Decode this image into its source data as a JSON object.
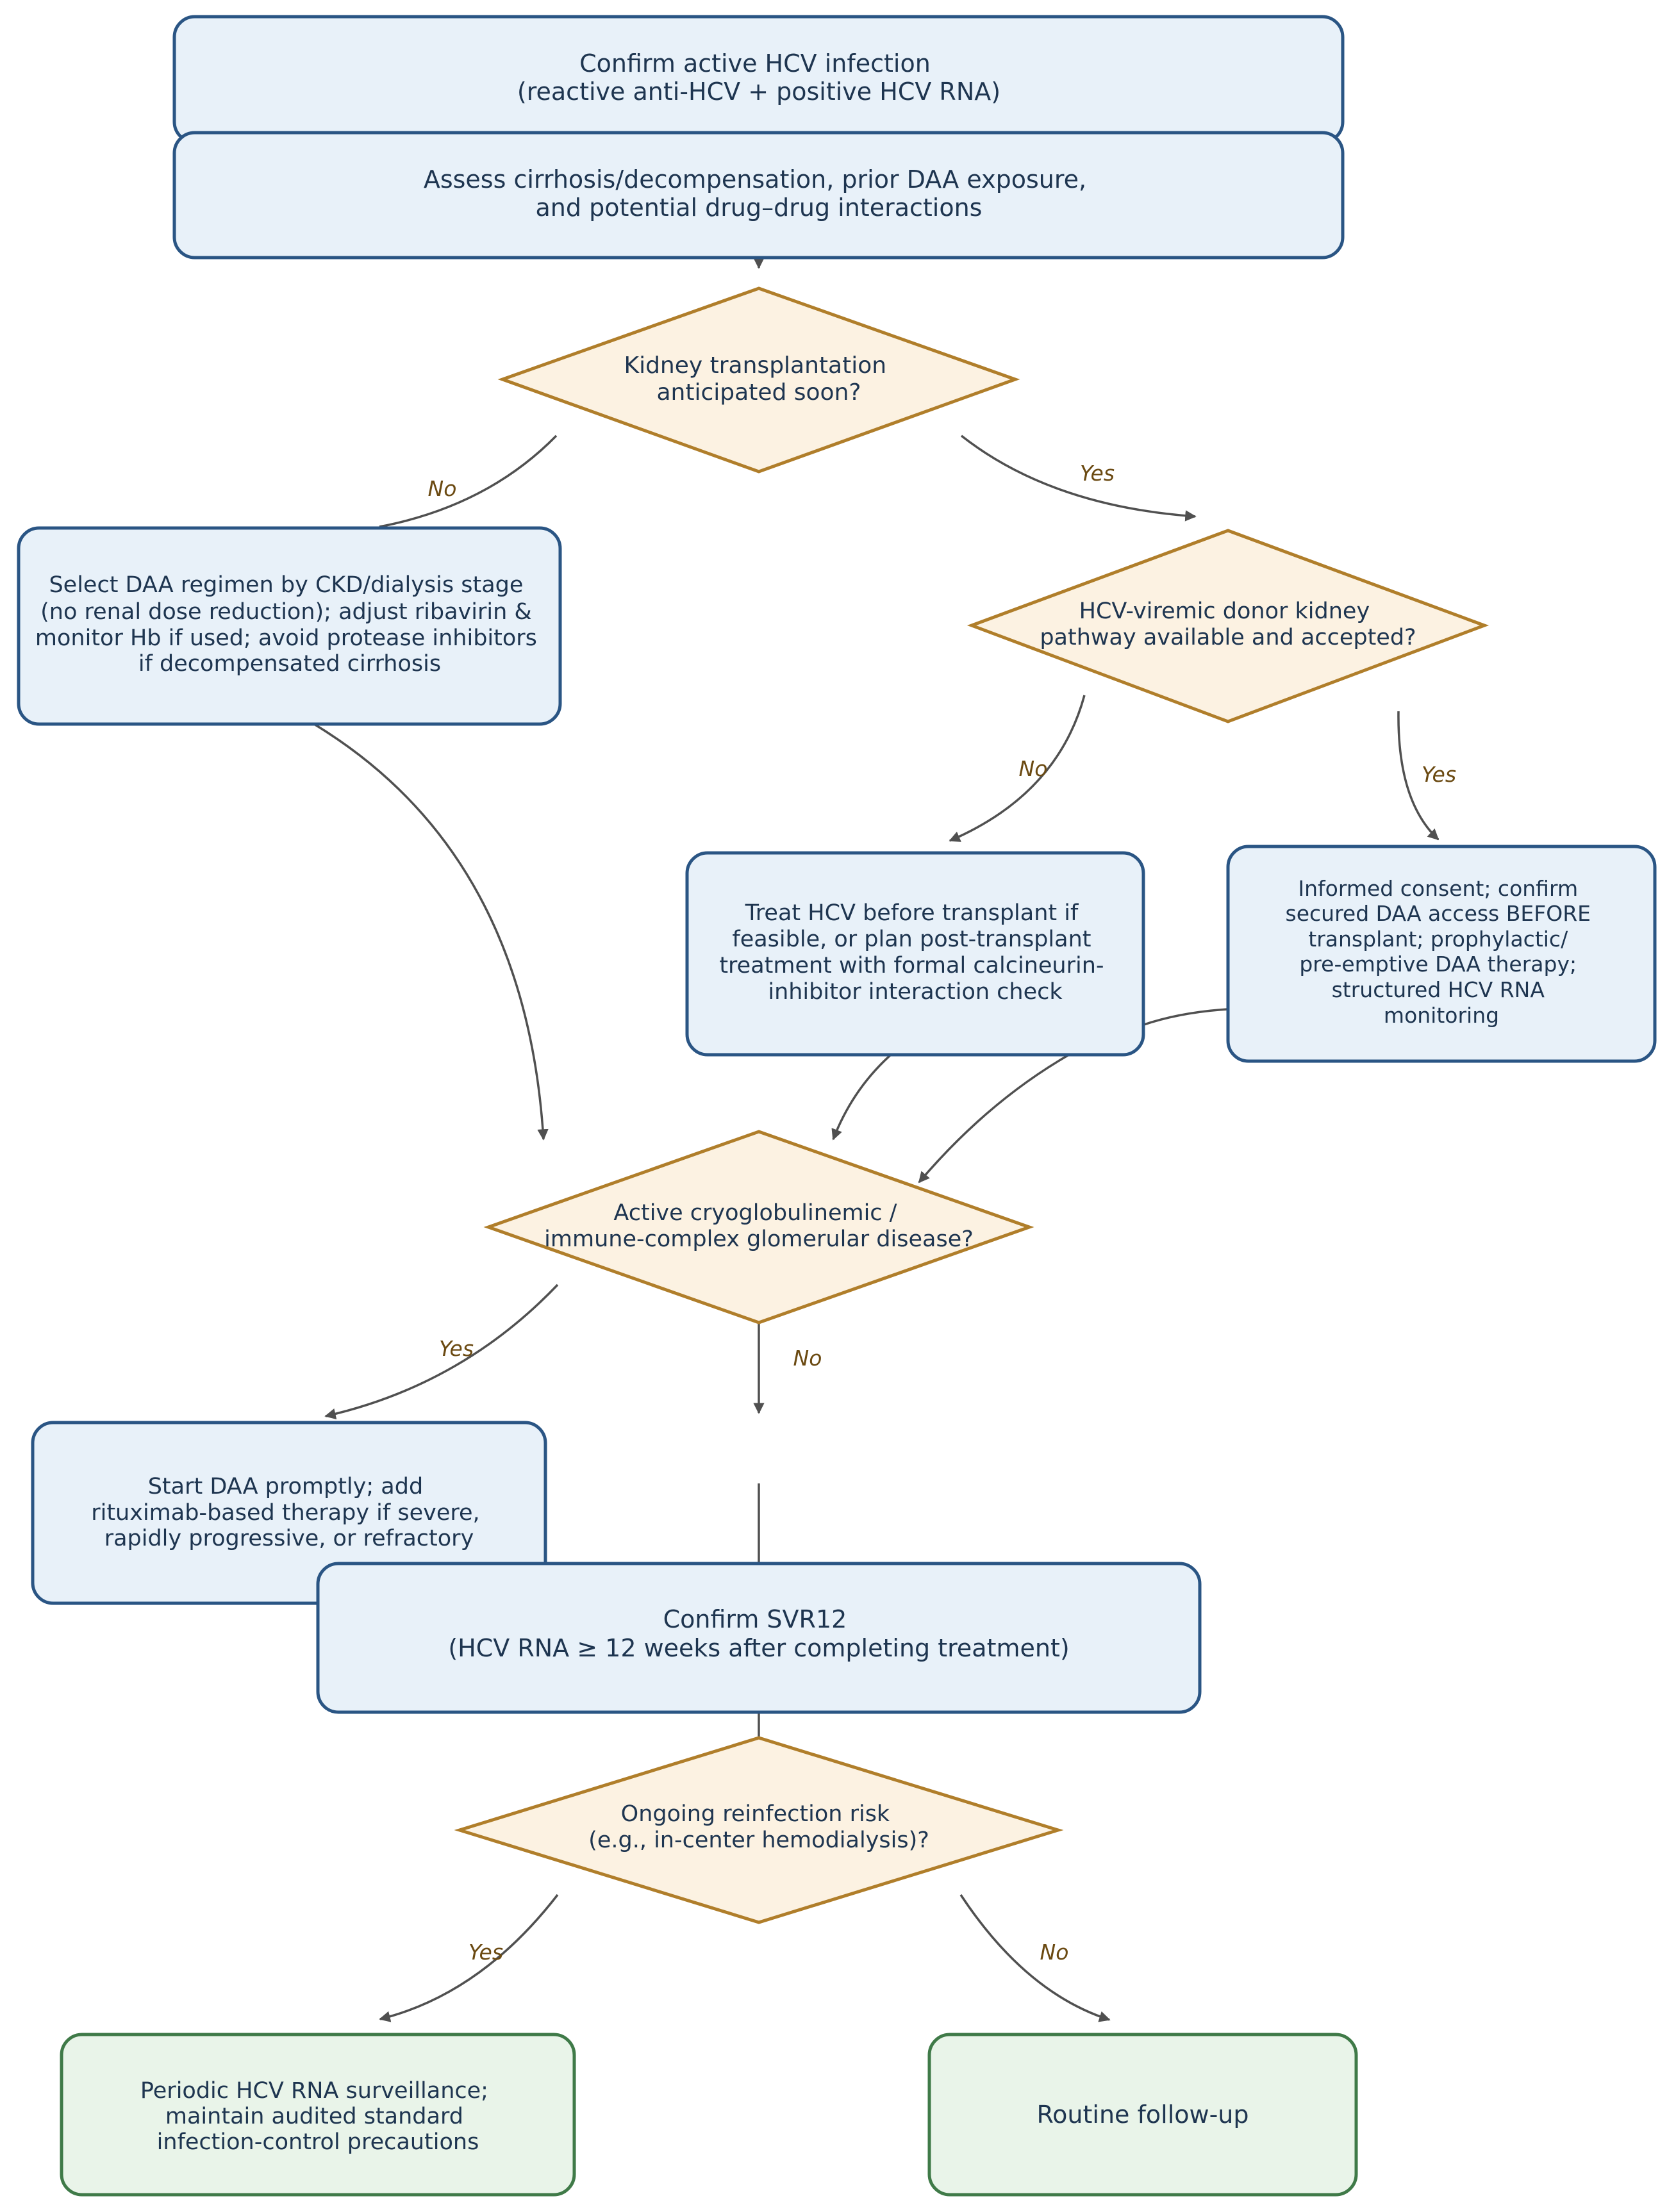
{
  "colors": {
    "process_fill": "#e8f1f9",
    "process_stroke": "#2a5584",
    "decision_fill": "#fcf2e2",
    "decision_stroke": "#b07e2a",
    "terminal_fill": "#e9f4e9",
    "terminal_stroke": "#3f7a48",
    "edge": "#505050",
    "text": "#1e3550",
    "edge_label": "#6b4a12"
  },
  "nodes": {
    "confirm_infection": [
      "Confirm active HCV infection",
      "(reactive anti-HCV + positive HCV RNA)"
    ],
    "assess": [
      "Assess cirrhosis/decompensation, prior DAA exposure,",
      "and potential drug–drug interactions"
    ],
    "kidney_tx": [
      "Kidney transplantation",
      "anticipated soon?"
    ],
    "select_daa": [
      "Select DAA regimen by CKD/dialysis stage",
      "(no renal dose reduction); adjust ribavirin &",
      "monitor Hb if used; avoid protease inhibitors",
      "if decompensated cirrhosis"
    ],
    "viremic_donor": [
      "HCV-viremic donor kidney",
      "pathway available and accepted?"
    ],
    "treat_before": [
      "Treat HCV before transplant if",
      "feasible, or plan post-transplant",
      "treatment with formal calcineurin-",
      "inhibitor interaction check"
    ],
    "informed_consent": [
      "Informed consent; confirm",
      "secured DAA access BEFORE",
      "transplant; prophylactic/",
      "pre-emptive DAA therapy;",
      "structured HCV RNA",
      "monitoring"
    ],
    "cryo": [
      "Active cryoglobulinemic /",
      "immune-complex glomerular disease?"
    ],
    "start_daa": [
      "Start DAA promptly; add",
      "rituximab-based therapy if severe,",
      "rapidly progressive, or refractory"
    ],
    "svr12": [
      "Confirm SVR12",
      "(HCV RNA ≥ 12 weeks after completing treatment)"
    ],
    "reinfection": [
      "Ongoing reinfection risk",
      "(e.g., in-center hemodialysis)?"
    ],
    "surveillance": [
      "Periodic HCV RNA surveillance;",
      "maintain audited standard",
      "infection-control precautions"
    ],
    "routine": [
      "Routine follow-up"
    ]
  },
  "edge_labels": {
    "kidney_no": "No",
    "kidney_yes": "Yes",
    "donor_no": "No",
    "donor_yes": "Yes",
    "cryo_yes": "Yes",
    "cryo_no": "No",
    "reinf_yes": "Yes",
    "reinf_no": "No"
  }
}
